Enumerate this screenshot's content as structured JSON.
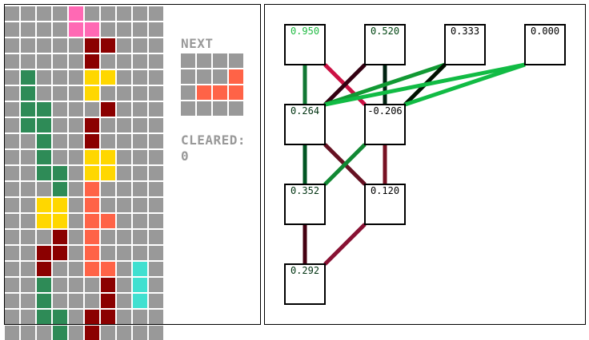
{
  "game": {
    "next_label": "NEXT",
    "cleared_label": "CLEARED:",
    "cleared_value": "0",
    "colors": {
      ".": "#999999",
      "P": "#ff69b4",
      "D": "#8b0000",
      "Y": "#ffd700",
      "G": "#2e8b57",
      "O": "#ff6347",
      "C": "#40e0d0"
    },
    "board_rows": [
      "....P.....",
      "....PP....",
      ".....DD...",
      ".....D....",
      ".G...YY...",
      ".G...Y....",
      ".GG...D...",
      ".GG..D....",
      "..G..D....",
      "..G..YY...",
      "..GG.YY...",
      "...G.O....",
      "..YY.O....",
      "..YY.OO...",
      "...D.O....",
      "..DD.O....",
      "..D..OO.C.",
      "..G...D.C.",
      "..G...D.C.",
      "..GG.DD...",
      "...G.D...."
    ],
    "next_rows": [
      "....",
      "...O",
      ".OOO",
      "...."
    ]
  },
  "network": {
    "nodes": [
      {
        "id": "in0",
        "value": "0.950",
        "color": "#22bb44"
      },
      {
        "id": "in1",
        "value": "0.520",
        "color": "#004411"
      },
      {
        "id": "in2",
        "value": "0.333",
        "color": "#000000"
      },
      {
        "id": "in3",
        "value": "0.000",
        "color": "#000000"
      },
      {
        "id": "h1a",
        "value": "0.264",
        "color": "#003311"
      },
      {
        "id": "h1b",
        "value": "-0.206",
        "color": "#000000"
      },
      {
        "id": "h2a",
        "value": "0.352",
        "color": "#003311"
      },
      {
        "id": "h2b",
        "value": "0.120",
        "color": "#000000"
      },
      {
        "id": "out",
        "value": "0.292",
        "color": "#003311"
      }
    ],
    "edges": [
      {
        "from": "in0",
        "to": "h1a",
        "color": "#117733"
      },
      {
        "from": "in0",
        "to": "h1b",
        "color": "#cc1144"
      },
      {
        "from": "in1",
        "to": "h1a",
        "color": "#330011"
      },
      {
        "from": "in1",
        "to": "h1b",
        "color": "#002211"
      },
      {
        "from": "in2",
        "to": "h1a",
        "color": "#119933"
      },
      {
        "from": "in2",
        "to": "h1b",
        "color": "#001100"
      },
      {
        "from": "in3",
        "to": "h1a",
        "color": "#11bb44"
      },
      {
        "from": "in3",
        "to": "h1b",
        "color": "#11bb44"
      },
      {
        "from": "h1a",
        "to": "h2a",
        "color": "#005522"
      },
      {
        "from": "h1a",
        "to": "h2b",
        "color": "#661122"
      },
      {
        "from": "h1b",
        "to": "h2a",
        "color": "#118833"
      },
      {
        "from": "h1b",
        "to": "h2b",
        "color": "#771122"
      },
      {
        "from": "h2a",
        "to": "out",
        "color": "#440011"
      },
      {
        "from": "h2b",
        "to": "out",
        "color": "#881133"
      }
    ]
  }
}
